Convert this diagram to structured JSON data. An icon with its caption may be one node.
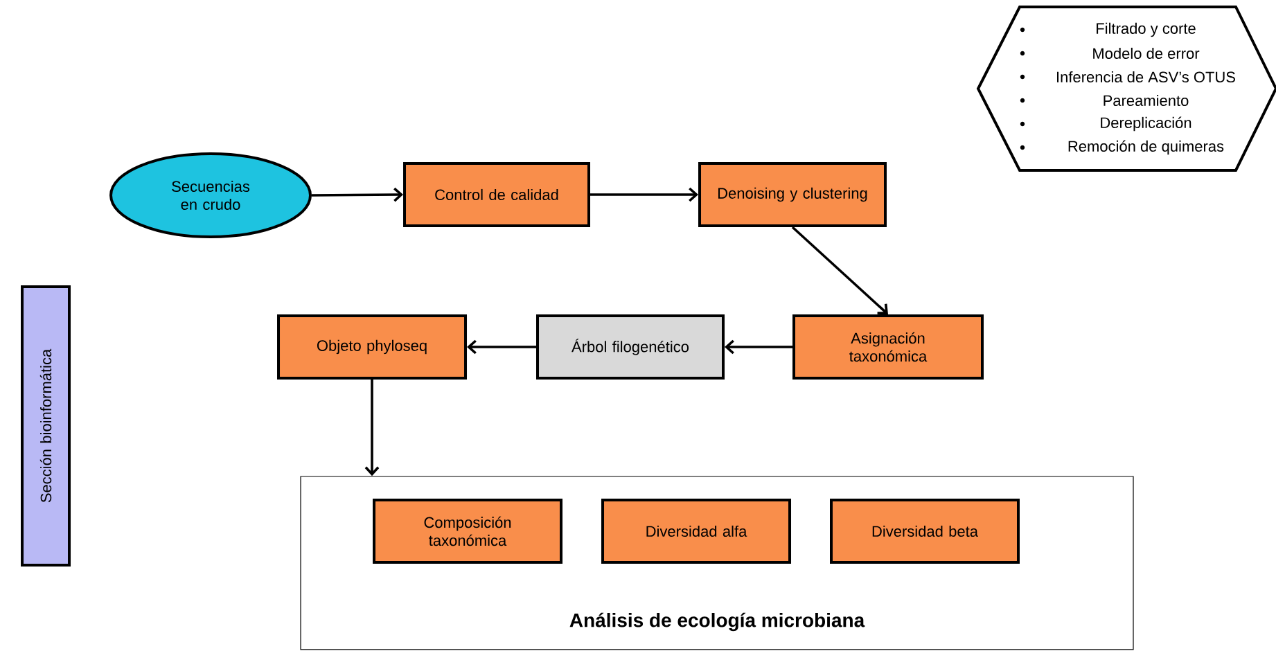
{
  "diagram": {
    "nodes": [
      {
        "text": [
          "Filtrado y corte",
          "Modelo de error",
          "Inferencia de ASV’s OTUS",
          "Pareamiento",
          "Dereplicación",
          "Remoción de quimeras"
        ]
      },
      {
        "text": [
          "Secuencias en crudo"
        ]
      },
      {
        "text": [
          "Control de calidad"
        ]
      },
      {
        "text": [
          "Denoising y clustering"
        ]
      },
      {
        "text": [
          "Asignación taxonómica"
        ]
      },
      {
        "text": [
          "Árbol filogenético"
        ]
      },
      {
        "text": [
          "Objeto phyloseq"
        ]
      },
      {
        "text": [
          "Análisis de ecología microbiana"
        ]
      },
      {
        "text": [
          "Composición taxonómica"
        ],
        "in": 7
      },
      {
        "text": [
          "Diversidad alfa"
        ],
        "in": 7
      },
      {
        "text": [
          "Diversidad beta"
        ],
        "in": 7
      },
      {
        "text": [
          "Sección bioinformática"
        ]
      }
    ],
    "edges": [
      {
        "from": 1,
        "to": 2,
        "arrow": "to"
      },
      {
        "from": 2,
        "to": 3,
        "arrow": "to"
      },
      {
        "from": 3,
        "to": 4,
        "arrow": "to"
      },
      {
        "from": 4,
        "to": 5,
        "arrow": "to"
      },
      {
        "from": 5,
        "to": 6,
        "arrow": "to"
      },
      {
        "from": 6,
        "to": 7,
        "arrow": "to"
      }
    ]
  }
}
